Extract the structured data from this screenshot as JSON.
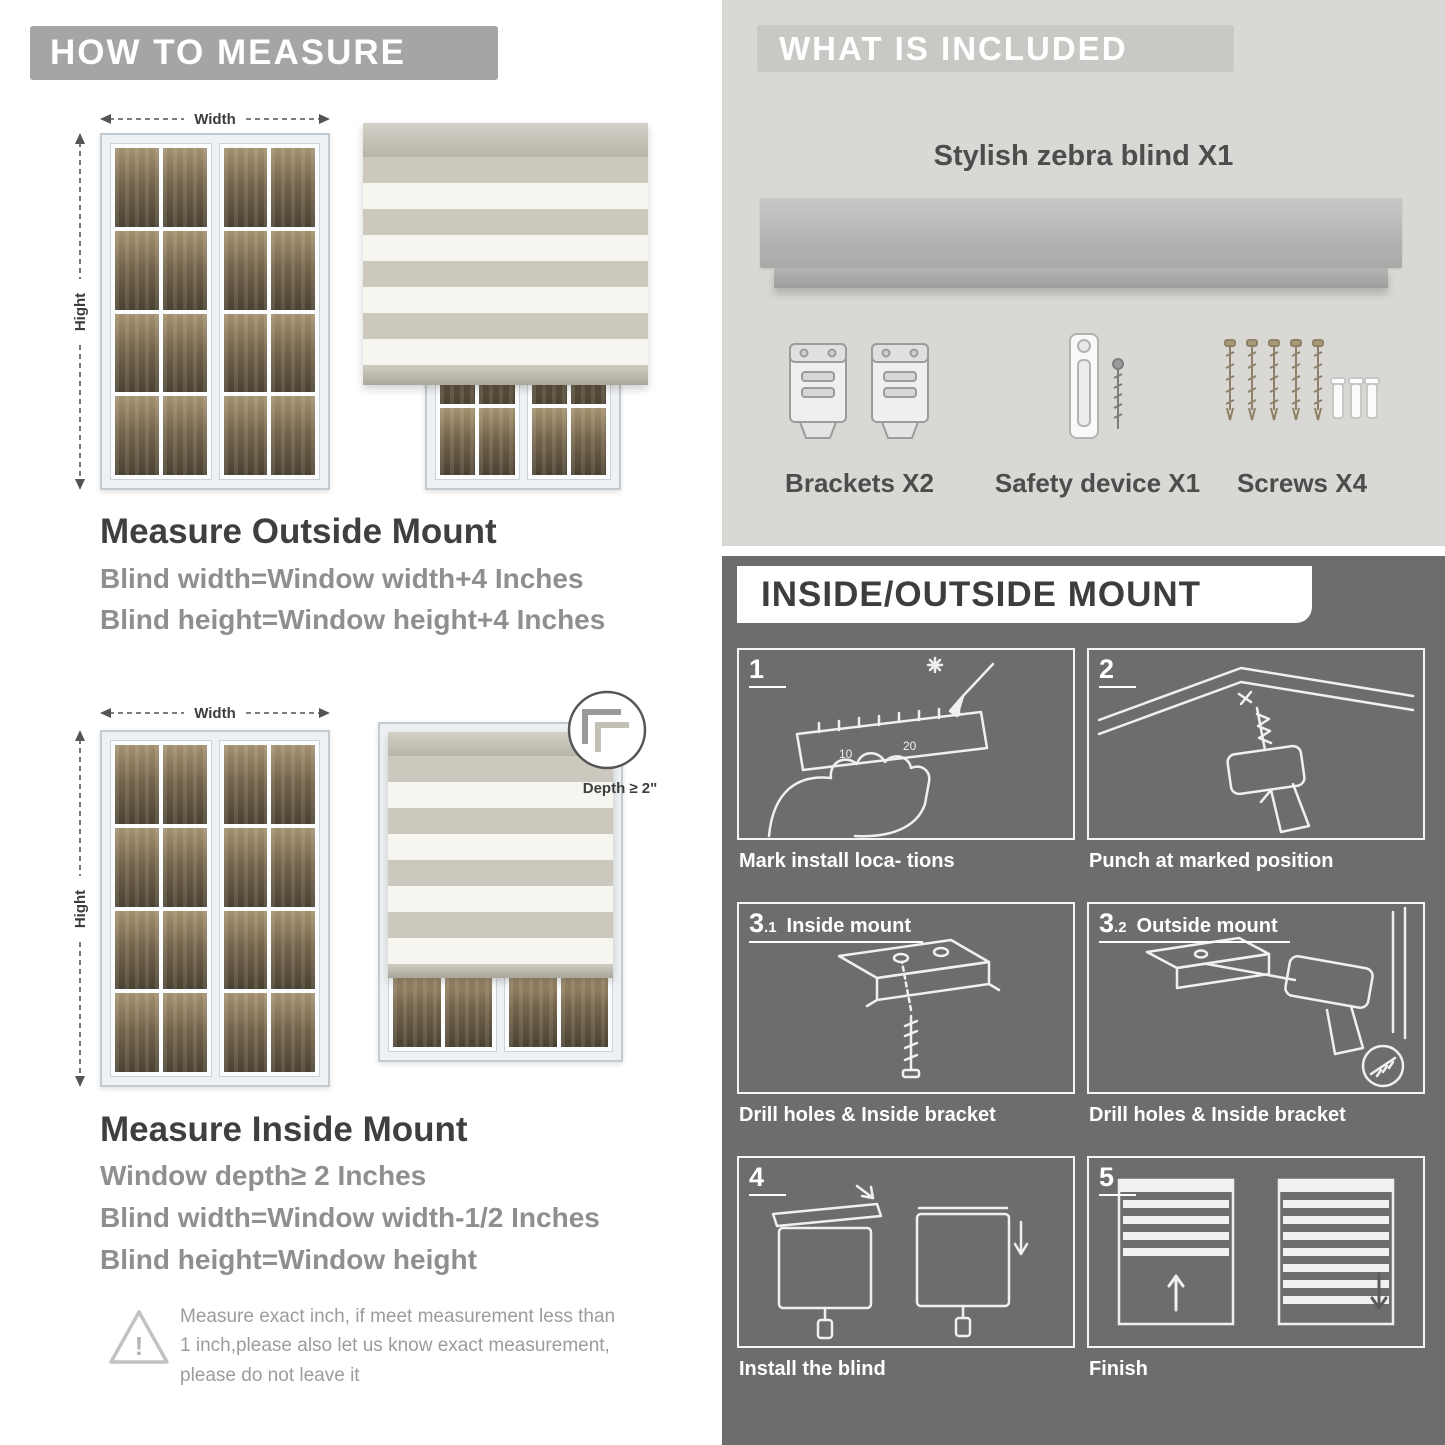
{
  "left": {
    "header": "HOW TO MEASURE",
    "outside": {
      "width_label": "Width",
      "height_label": "Hight",
      "title": "Measure Outside Mount",
      "formula1": "Blind width=Window width+4 Inches",
      "formula2": "Blind height=Window height+4 Inches"
    },
    "inside": {
      "width_label": "Width",
      "height_label": "Hight",
      "depth_label": "Depth ≥ 2\"",
      "title": "Measure Inside Mount",
      "formula1": "Window depth≥ 2 Inches",
      "formula2": "Blind width=Window width-1/2 Inches",
      "formula3": "Blind height=Window height"
    },
    "note": {
      "mark": "!",
      "text": "Measure exact inch, if meet measurement less than 1 inch,please also let us know exact measurement, please do not leave it"
    }
  },
  "right": {
    "included": {
      "header": "WHAT IS INCLUDED",
      "product_label": "Stylish zebra blind X1",
      "items": [
        {
          "label": "Brackets X2"
        },
        {
          "label": "Safety device X1"
        },
        {
          "label": "Screws X4"
        }
      ]
    },
    "mount": {
      "header": "INSIDE/OUTSIDE MOUNT",
      "steps": [
        {
          "num": "1",
          "sub": "",
          "title": "",
          "caption": "Mark install loca- tions",
          "labels": [
            "10",
            "20"
          ]
        },
        {
          "num": "2",
          "sub": "",
          "title": "",
          "caption": "Punch at  marked position"
        },
        {
          "num": "3",
          "sub": ".1",
          "title": "Inside mount",
          "caption": "Drill holes &  Inside bracket"
        },
        {
          "num": "3",
          "sub": ".2",
          "title": "Outside mount",
          "caption": "Drill holes &  Inside bracket"
        },
        {
          "num": "4",
          "sub": "",
          "title": "",
          "caption": "Install the blind"
        },
        {
          "num": "5",
          "sub": "",
          "title": "",
          "caption": "Finish"
        }
      ]
    }
  },
  "colors": {
    "left_header_bg": "#a5a5a5",
    "included_bg": "#d9d8d5",
    "included_header_bg": "#c9c8c5",
    "dark_section_bg": "#6d6d6d",
    "heading_text": "#3f3f3f",
    "formula_text": "#8f8f8f",
    "blind_stripe_dark": "#ccc8be",
    "blind_stripe_light": "#f7f5ef"
  }
}
